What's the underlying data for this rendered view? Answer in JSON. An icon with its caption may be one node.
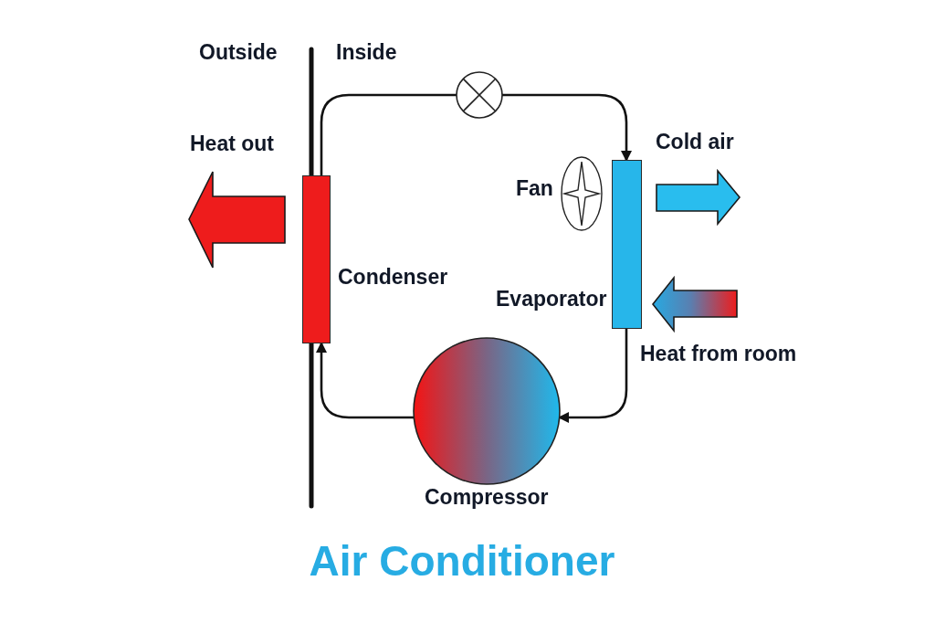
{
  "diagram": {
    "title": "Air Conditioner",
    "nodes": [
      {
        "text": [],
        "shape": "circle"
      },
      {
        "text": [
          "Condenser"
        ]
      },
      {
        "text": [
          "Fan"
        ]
      },
      {
        "text": [
          "Evaporator"
        ]
      },
      {
        "text": [
          "Compressor"
        ]
      }
    ],
    "edges": [
      {
        "from": 1,
        "to": 0,
        "arrow": "none"
      },
      {
        "from": 0,
        "to": 3,
        "arrow": "to"
      },
      {
        "from": 3,
        "to": 4,
        "arrow": "to"
      },
      {
        "from": 4,
        "to": 1,
        "arrow": "to"
      }
    ],
    "labels": [
      "Outside",
      "Inside",
      "Heat out",
      "Cold air",
      "Heat from room"
    ]
  }
}
